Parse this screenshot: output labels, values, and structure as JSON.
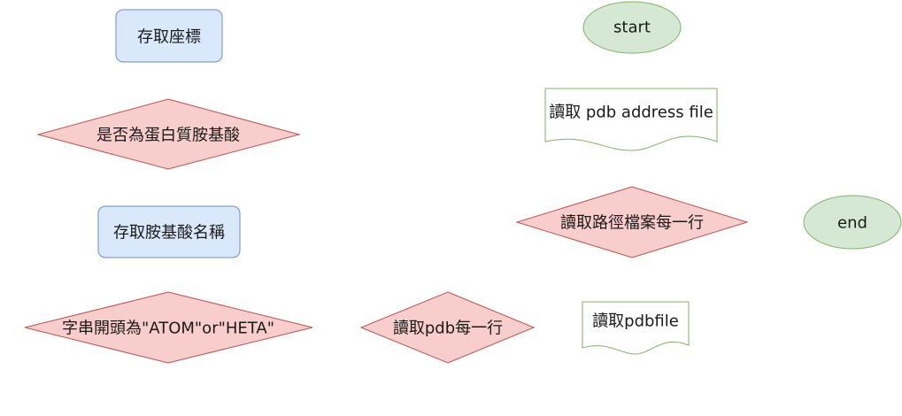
{
  "colors": {
    "process_fill": "#dae8fc",
    "process_stroke": "#6c8ebf",
    "decision_fill": "#f8cecc",
    "decision_stroke": "#b85450",
    "terminal_fill": "#d5e8d4",
    "terminal_stroke": "#82b366",
    "document_fill": "#ffffff",
    "document_stroke": "#82b366"
  },
  "nodes": {
    "save_coords": {
      "shape": "process",
      "label": "存取座標"
    },
    "is_amino_acid": {
      "shape": "decision",
      "label": "是否為蛋白質胺基酸"
    },
    "save_residue_name": {
      "shape": "process",
      "label": "存取胺基酸名稱"
    },
    "line_starts_with": {
      "shape": "decision",
      "label": "字串開頭為\"ATOM\"or\"HETA\""
    },
    "read_pdb_line": {
      "shape": "decision",
      "label": "讀取pdb每一行"
    },
    "start": {
      "shape": "terminal",
      "label": "start"
    },
    "read_address_file": {
      "shape": "document",
      "label": "讀取 pdb address file"
    },
    "read_path_line": {
      "shape": "decision",
      "label": "讀取路徑檔案每一行"
    },
    "end": {
      "shape": "terminal",
      "label": "end"
    },
    "read_pdbfile": {
      "shape": "document",
      "label": "讀取pdbfile"
    }
  }
}
